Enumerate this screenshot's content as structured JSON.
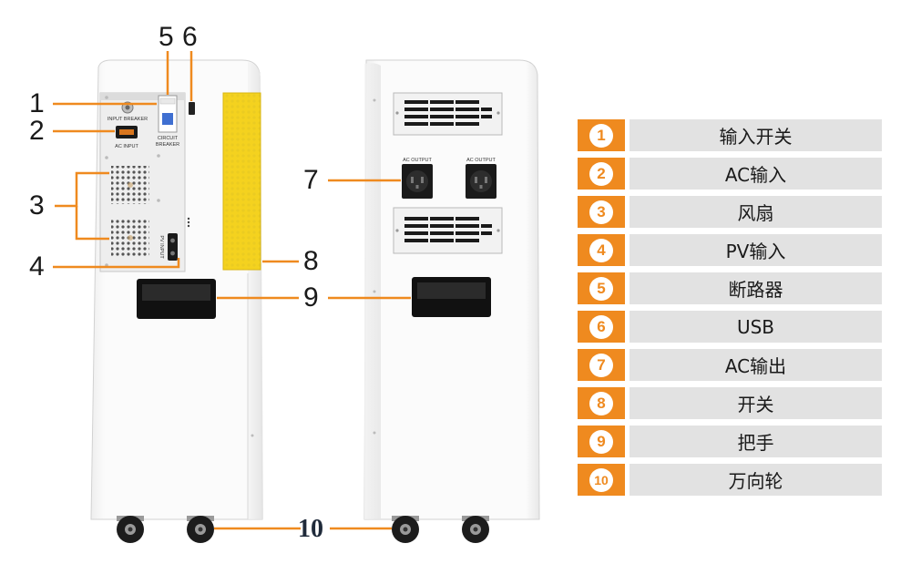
{
  "callouts": [
    "1",
    "2",
    "3",
    "4",
    "5",
    "6",
    "7",
    "8",
    "9",
    "10"
  ],
  "panel_text": {
    "input_breaker": "INPUT BREAKER",
    "circuit": "CIRCUIT",
    "breaker": "BREAKER",
    "ac_input": "AC INPUT",
    "pv_input": "PV INPUT",
    "ac_output": "AC OUTPUT"
  },
  "legend": [
    {
      "num": "1",
      "label": "输入开关"
    },
    {
      "num": "2",
      "label": "AC输入"
    },
    {
      "num": "3",
      "label": "风扇"
    },
    {
      "num": "4",
      "label": "PV输入"
    },
    {
      "num": "5",
      "label": "断路器"
    },
    {
      "num": "6",
      "label": "USB"
    },
    {
      "num": "7",
      "label": "AC输出"
    },
    {
      "num": "8",
      "label": "开关"
    },
    {
      "num": "9",
      "label": "把手"
    },
    {
      "num": "10",
      "label": "万向轮"
    }
  ],
  "colors": {
    "accent_orange": "#ef8a1f",
    "legend_bg": "#e2e2e2",
    "yellow_panel": "#f4d21f",
    "handle_black": "#111111"
  }
}
